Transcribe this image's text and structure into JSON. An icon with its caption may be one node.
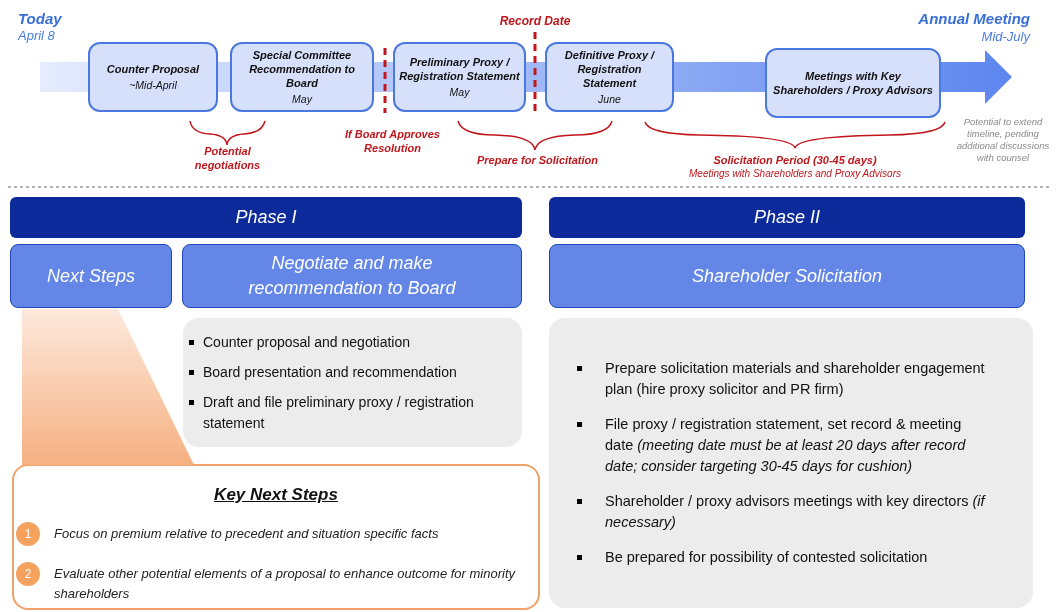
{
  "diagram": {
    "nodes": [
      {
        "text": [
          "Counter Proposal",
          "~Mid-April"
        ]
      },
      {
        "text": [
          "Special Committee Recommendation to Board",
          "May"
        ]
      },
      {
        "text": [
          "Preliminary Proxy / Registration Statement",
          "May"
        ]
      },
      {
        "text": [
          "Definitive Proxy / Registration Statement",
          "June"
        ]
      },
      {
        "text": [
          "Meetings with Key Shareholders / Proxy Advisors"
        ]
      },
      {
        "text": [
          "Phase I"
        ]
      },
      {
        "text": [
          "Next Steps"
        ]
      },
      {
        "text": [
          "Negotiate and make recommendation to Board"
        ]
      },
      {
        "text": [
          "Counter proposal and negotiation",
          "Board presentation and recommendation",
          "Draft and file preliminary proxy / registration statement"
        ]
      },
      {
        "text": [
          "Key Next Steps",
          "Focus on premium relative to precedent and situation specific facts",
          "Evaluate other potential elements of a proposal to enhance outcome for minority shareholders"
        ]
      },
      {
        "text": [
          "Phase II"
        ]
      },
      {
        "text": [
          "Shareholder Solicitation"
        ]
      },
      {
        "text": [],
        "shape": "wedge"
      },
      {
        "text": [
          "Prepare solicitation materials and shareholder engagement plan (hire proxy solicitor and PR firm)",
          "File proxy / registration statement, set record & meeting date *(meeting date must be at least 20 days after record date; consider targeting 30-45 days for cushion)*",
          "Shareholder / proxy advisors meetings with key directors *(if necessary)*",
          "Be prepared for possibility of contested solicitation"
        ]
      }
    ],
    "labels": [
      "Today",
      "April 8",
      "Record Date",
      "Annual Meeting",
      "Mid-July",
      "Potential negotiations",
      "If Board Approves Resolution",
      "Prepare for Solicitation",
      "Solicitation Period (30-45 days)",
      "Meetings with Shareholders and Proxy Advisors",
      "Potential to extend timeline, pending additional discussions with counsel",
      "1",
      "2"
    ]
  }
}
